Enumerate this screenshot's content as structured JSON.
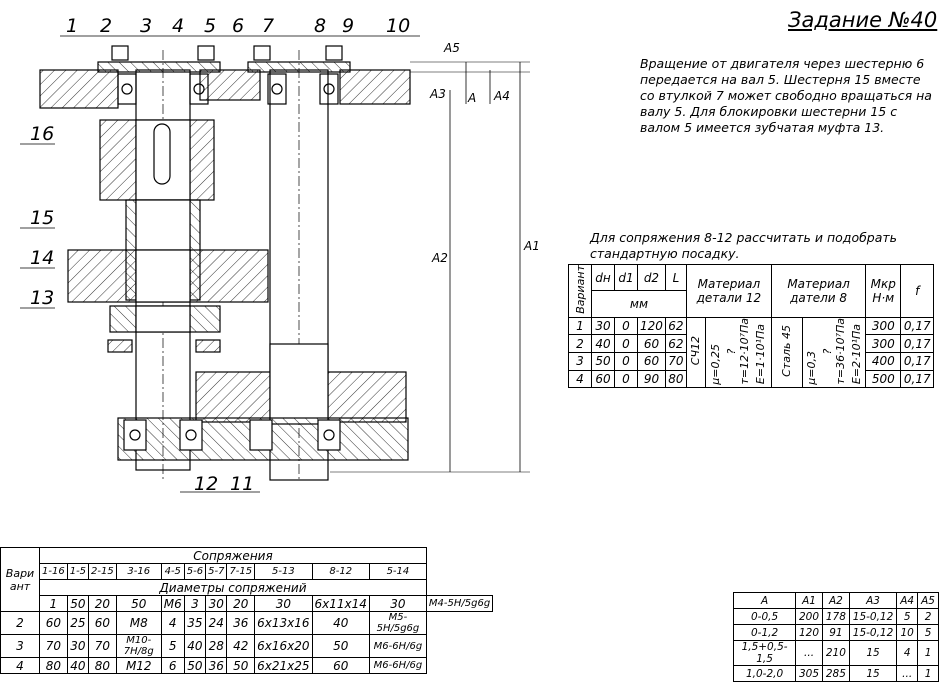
{
  "title": "Задание №40",
  "description": "Вращение от двигателя через шестерню 6 передается на вал 5. Шестерня 15 вместе со втулкой 7 может свободно вращаться на валу 5. Для блокировки шестерни 15 с валом 5 имеется зубчатая муфта 13.",
  "task": "Для сопряжения 8-12 рассчитать и подобрать стандартную посадку.",
  "drawing": {
    "leaders": [
      "1",
      "2",
      "3",
      "4",
      "5",
      "6",
      "7",
      "8",
      "9",
      "10",
      "16",
      "15",
      "14",
      "13",
      "12",
      "11"
    ],
    "dims": {
      "a5": "A5",
      "a3": "A3",
      "a": "A",
      "a4": "A4",
      "a2": "A2",
      "a1": "A1"
    }
  },
  "material_table": {
    "h_variant": "Вариант",
    "h_dn": "dн",
    "h_d1": "d1",
    "h_d2": "d2",
    "h_l": "L",
    "h_mat12": "Материал детали 12",
    "h_mat8": "Материал датели 8",
    "h_m": "Mкр Н·м",
    "h_f": "f",
    "h_mm": "мм",
    "mat12": "СЧ12",
    "mu12": "μ=0,25",
    "gamma12": "?т=12·10⁷Па",
    "e12": "E=1·10¹Па",
    "mat8": "Сталь 45",
    "mu8": "μ=0,3",
    "gamma8": "?т=36·10⁷Па",
    "e8": "E=2·10¹Па",
    "rows": [
      [
        "1",
        "30",
        "0",
        "120",
        "62",
        "300",
        "0,17"
      ],
      [
        "2",
        "40",
        "0",
        "60",
        "62",
        "300",
        "0,17"
      ],
      [
        "3",
        "50",
        "0",
        "60",
        "70",
        "400",
        "0,17"
      ],
      [
        "4",
        "60",
        "0",
        "90",
        "80",
        "500",
        "0,17"
      ]
    ]
  },
  "fit_table": {
    "h_variant": "Вари ант",
    "h_fits": "Сопряжения",
    "h_diam": "Диаметры сопряжений",
    "cols": [
      "1-16",
      "1-5",
      "2-15",
      "3-16",
      "4-5",
      "5-6",
      "5-7",
      "7-15",
      "5-13",
      "8-12",
      "5-14"
    ],
    "rows": [
      [
        "1",
        "50",
        "20",
        "50",
        "M6",
        "3",
        "30",
        "20",
        "30",
        "6x11x14",
        "30",
        "M4-5H/5g6g"
      ],
      [
        "2",
        "60",
        "25",
        "60",
        "M8",
        "4",
        "35",
        "24",
        "36",
        "6x13x16",
        "40",
        "M5-5H/5g6g"
      ],
      [
        "3",
        "70",
        "30",
        "70",
        "M10-7H/8g",
        "5",
        "40",
        "28",
        "42",
        "6x16x20",
        "50",
        "M6-6H/6g"
      ],
      [
        "4",
        "80",
        "40",
        "80",
        "M12",
        "6",
        "50",
        "36",
        "50",
        "6x21x25",
        "60",
        "M6-6H/6g"
      ]
    ]
  },
  "dim_table": {
    "cols": [
      "A",
      "A1",
      "A2",
      "A3",
      "A4",
      "A5"
    ],
    "rows": [
      [
        "0-0,5",
        "200",
        "178",
        "15-0,12",
        "5",
        "2"
      ],
      [
        "0-1,2",
        "120",
        "91",
        "15-0,12",
        "10",
        "5"
      ],
      [
        "1,5+0,5-1,5",
        "...",
        "210",
        "15",
        "4",
        "1"
      ],
      [
        "1,0-2,0",
        "305",
        "285",
        "15",
        "...",
        "1"
      ]
    ]
  }
}
